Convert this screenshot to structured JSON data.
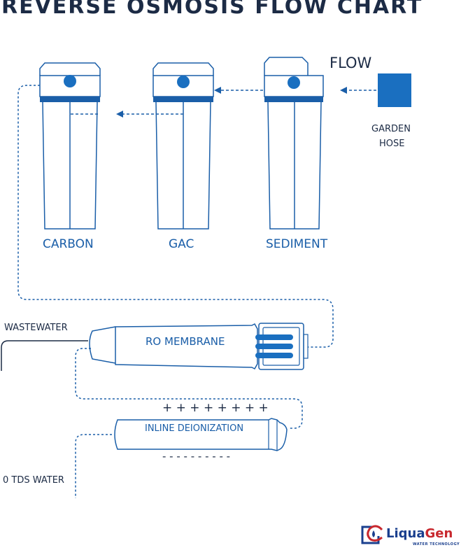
{
  "title": "REVERSE OSMOSIS FLOW CHART",
  "flow_label": "FLOW",
  "source": {
    "line1": "GARDEN",
    "line2": "HOSE"
  },
  "filters": [
    {
      "label": "CARBON"
    },
    {
      "label": "GAC"
    },
    {
      "label": "SEDIMENT"
    }
  ],
  "ro_membrane": {
    "label": "RO MEMBRANE"
  },
  "wastewater_label": "WASTEWATER",
  "deionization": {
    "label": "INLINE DEIONIZATION",
    "plus_signs": "+ + + + + + + +",
    "minus_signs": "- - - - - - - - - -"
  },
  "output_label": "0 TDS WATER",
  "logo": {
    "part1": "Liqua",
    "part2": "Gen",
    "tagline": "WATER TECHNOLOGY"
  },
  "colors": {
    "accent": "#1a5ea8",
    "title": "#1c2b45",
    "logo_red": "#c8282e"
  }
}
